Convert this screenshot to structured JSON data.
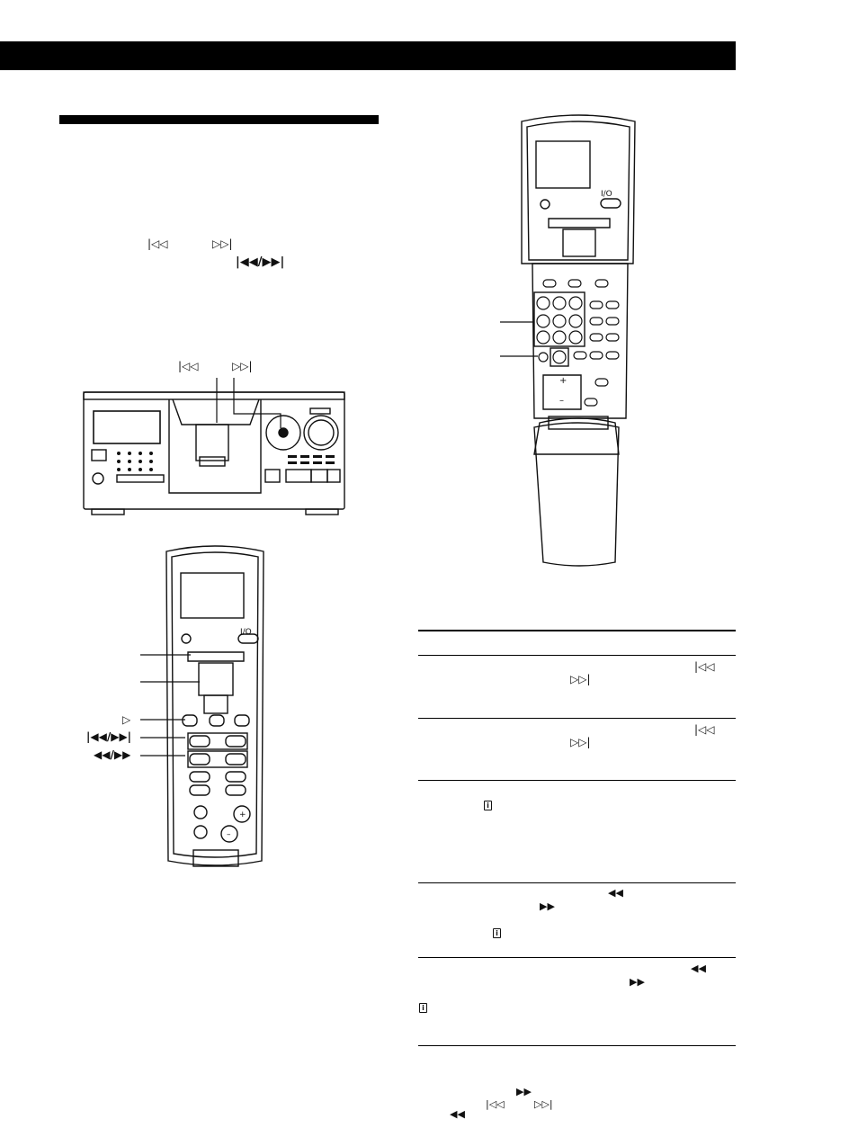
{
  "symbols": {
    "prev": "⏮",
    "next": "⏭",
    "prev_outline": "|◁◁",
    "next_outline": "▷▷|",
    "prev_next_filled": "|◀◀/▶▶|",
    "rew_ff_filled": "◀◀/▶▶",
    "play": "▷",
    "rew": "◀◀",
    "ff": "▶▶",
    "info": "i"
  },
  "labels": {
    "intro_prev": "|◁◁",
    "intro_next": "▷▷|",
    "intro_prevnext": "|◀◀/▶▶|",
    "player_prev": "|◁◁",
    "player_next": "▷▷|",
    "remote_play": "▷",
    "remote_prevnext": "|◀◀/▶▶|",
    "remote_rewff": "◀◀/▶▶"
  },
  "table": {
    "rows": [
      {
        "sym_a": "|◁◁",
        "sym_b": "▷▷|"
      },
      {
        "sym_a": "|◁◁",
        "sym_b": "▷▷|"
      },
      {
        "sym_a": "i"
      },
      {
        "sym_a": "◀◀",
        "sym_b": "▶▶",
        "sym_c": "i"
      },
      {
        "sym_a": "◀◀",
        "sym_b": "▶▶",
        "sym_c": "i"
      }
    ]
  },
  "footnote": {
    "ff": "▶▶",
    "prev": "|◁◁",
    "next": "▷▷|",
    "rew": "◀◀"
  },
  "remote_small": {
    "power": "I/O",
    "plus": "+",
    "minus": "–"
  },
  "remote_big": {
    "power": "I/O",
    "plus": "+",
    "minus": "–"
  },
  "colors": {
    "ink": "#111111",
    "paper": "#ffffff"
  }
}
